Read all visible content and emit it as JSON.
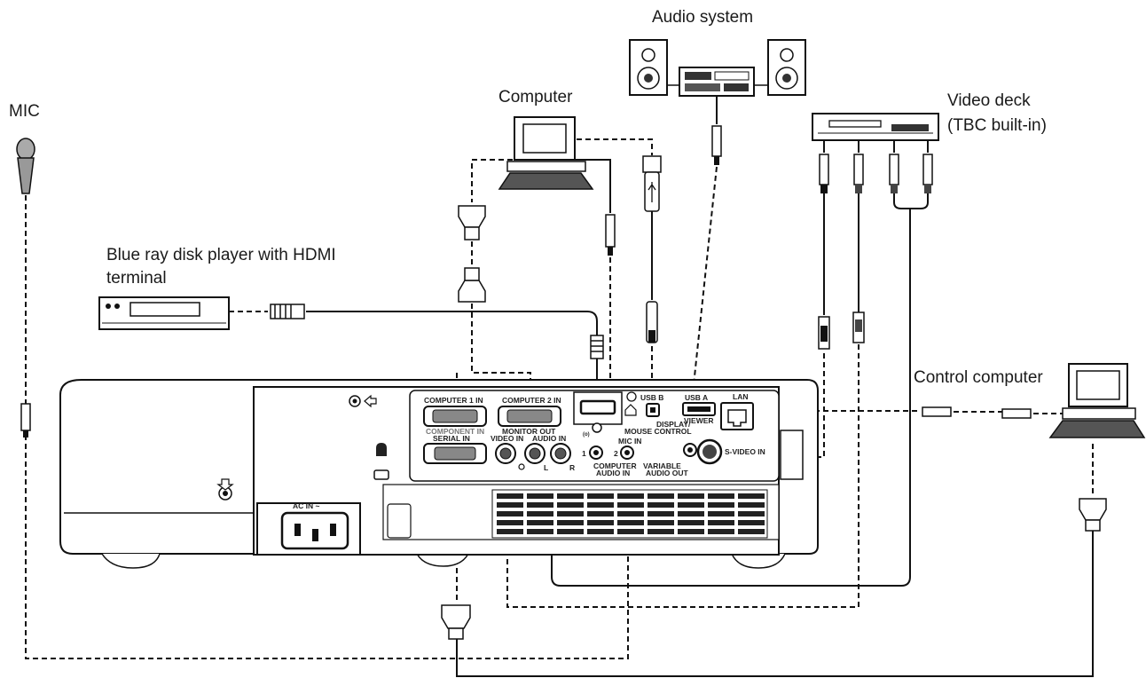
{
  "devices": {
    "mic": "MIC",
    "audio_system": "Audio system",
    "computer": "Computer",
    "video_deck_line1": "Video deck",
    "video_deck_line2": "(TBC built-in)",
    "bluray_line1": "Blue ray disk player with HDMI",
    "bluray_line2": "terminal",
    "control_computer": "Control computer"
  },
  "ports": {
    "computer1_in": "COMPUTER 1 IN",
    "component_in": "COMPONENT IN",
    "computer2_in": "COMPUTER 2 IN",
    "monitor_out": "MONITOR OUT",
    "serial_in": "SERIAL IN",
    "video_in": "VIDEO IN",
    "audio_in": "AUDIO IN",
    "audio_l": "L",
    "audio_r": "R",
    "usb_b": "USB B",
    "display_mouse_control_1": "DISPLAY/",
    "display_mouse_control_2": "MOUSE CONTROL",
    "usb_a": "USB A",
    "viewer": "VIEWER",
    "lan": "LAN",
    "jack_1": "1",
    "jack_2": "2",
    "mic_in": "MIC IN",
    "computer_audio_in_1": "COMPUTER",
    "computer_audio_in_2": "AUDIO IN",
    "variable_audio_out_1": "VARIABLE",
    "variable_audio_out_2": "AUDIO OUT",
    "s_video_in": "S-VIDEO IN",
    "ac_in": "AC IN ~"
  }
}
